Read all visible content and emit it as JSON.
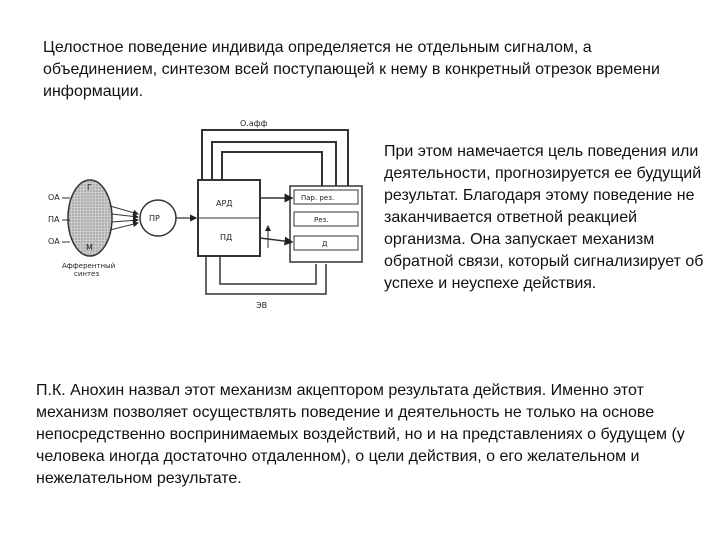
{
  "paragraphs": {
    "intro": "Целостное поведение индивида определяется не отдельным сигналом, а объединением, синтезом всей поступающей к нему в конкретный отрезок времени информации.",
    "side": "При этом намечается цель поведения или деятельности, прогнозируется ее будущий результат. Благодаря этому поведение не заканчивается ответной реакцией организма. Она запускает механизм обратной связи, который сигнализирует об успехе и неуспехе действия.",
    "bottom": "П.К. Анохин назвал этот механизм акцептором результата действия. Именно этот механизм позволяет осуществлять поведение и деятельность не только на основе непосредственно воспринимаемых воздействий, но и на представлениях о будущем (у человека иногда достаточно отдаленном), о цели действия, о его желательном и нежелательном результате."
  },
  "diagram": {
    "top_label": "О.афф",
    "left_labels": [
      "ОА",
      "ПА",
      "ОА"
    ],
    "oval_top": "Г",
    "oval_bottom": "М",
    "caption_line1": "Афферентный",
    "caption_line2": "синтез",
    "center_label": "ПР",
    "block_top": "АРД",
    "block_bottom": "ПД",
    "right_top": "Пар. рез.",
    "right_mid": "Рез.",
    "right_bottom": "Д",
    "bottom_label": "ЭВ"
  }
}
